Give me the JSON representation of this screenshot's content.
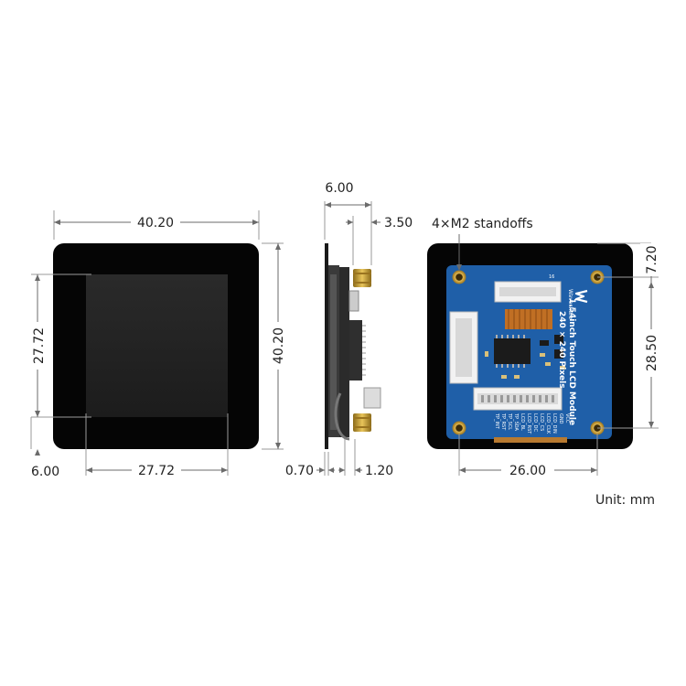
{
  "front_view": {
    "width_top": "40.20",
    "height_left": "27.72",
    "height_right": "40.20",
    "offset_bottom_left": "6.00",
    "width_bottom": "27.72"
  },
  "side_view": {
    "total_depth": "6.00",
    "standoff_depth": "3.50",
    "panel_thickness": "0.70",
    "board_thickness": "1.20"
  },
  "back_view": {
    "standoff_label": "4×M2 standoffs",
    "top_offset": "7.20",
    "hole_spacing_vertical": "28.50",
    "hole_spacing_horizontal": "26.00",
    "pcb": {
      "brand": "Waveshare",
      "title_line1": "1.54inch Touch LCD Module",
      "title_line2": "240 × 240 Pixels",
      "connector_number": "16",
      "pins": [
        "VCC",
        "GND",
        "LCD_DIN",
        "LCD_CLK",
        "LCD_CS",
        "LCD_DC",
        "LCD_RST",
        "LCD_BL",
        "TP_SDA",
        "TP_SCL",
        "TP_RST",
        "TP_INT"
      ]
    },
    "colors": {
      "pcb": "#1f5fa8",
      "bezel": "#050505",
      "gold": "#c9a23a"
    }
  },
  "unit_label": "Unit: mm"
}
